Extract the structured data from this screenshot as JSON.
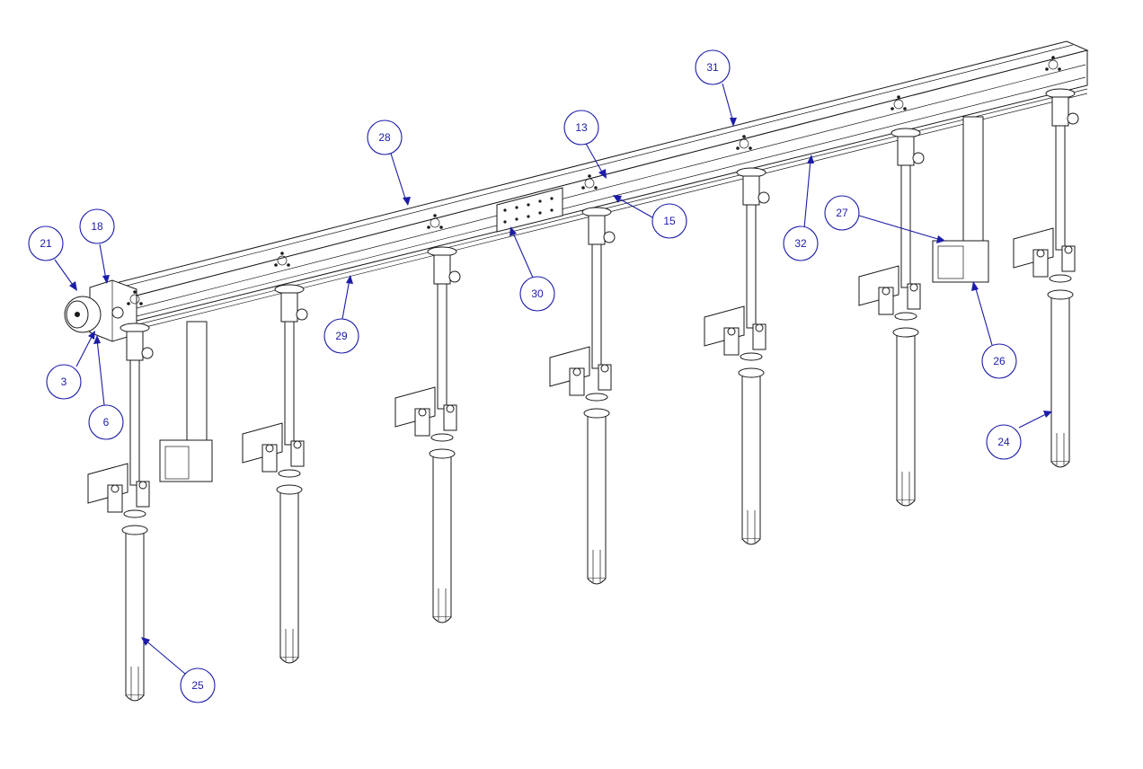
{
  "drawing": {
    "balloons": [
      {
        "id": "b-31",
        "label": "31"
      },
      {
        "id": "b-28",
        "label": "28"
      },
      {
        "id": "b-13",
        "label": "13"
      },
      {
        "id": "b-15",
        "label": "15"
      },
      {
        "id": "b-27",
        "label": "27"
      },
      {
        "id": "b-32",
        "label": "32"
      },
      {
        "id": "b-30",
        "label": "30"
      },
      {
        "id": "b-29",
        "label": "29"
      },
      {
        "id": "b-21",
        "label": "21"
      },
      {
        "id": "b-18",
        "label": "18"
      },
      {
        "id": "b-3",
        "label": "3"
      },
      {
        "id": "b-6",
        "label": "6"
      },
      {
        "id": "b-26",
        "label": "26"
      },
      {
        "id": "b-24",
        "label": "24"
      },
      {
        "id": "b-25",
        "label": "25"
      }
    ],
    "colors": {
      "callout": "#1c1ca8",
      "line": "#1a1a1a",
      "background": "#ffffff"
    }
  }
}
